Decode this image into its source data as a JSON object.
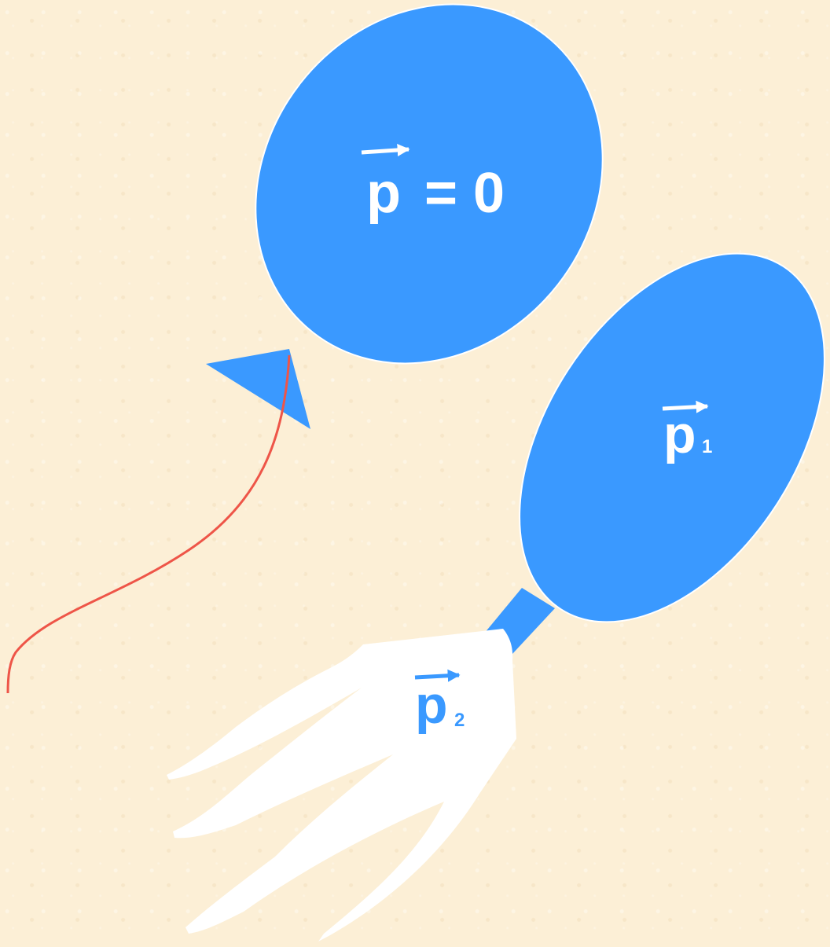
{
  "colors": {
    "background": "#fcefd6",
    "balloon": "#3a99ff",
    "string": "#ee5548",
    "gas_jet": "#ffffff",
    "label_on_balloon": "#ffffff",
    "label_on_jet": "#3a99ff"
  },
  "balloon_closed": {
    "label": "p = 0",
    "vector_symbol": "p",
    "relation": "= 0"
  },
  "balloon_released": {
    "vector_symbol": "p",
    "subscript": "1"
  },
  "gas_jet": {
    "vector_symbol": "p",
    "subscript": "2"
  }
}
